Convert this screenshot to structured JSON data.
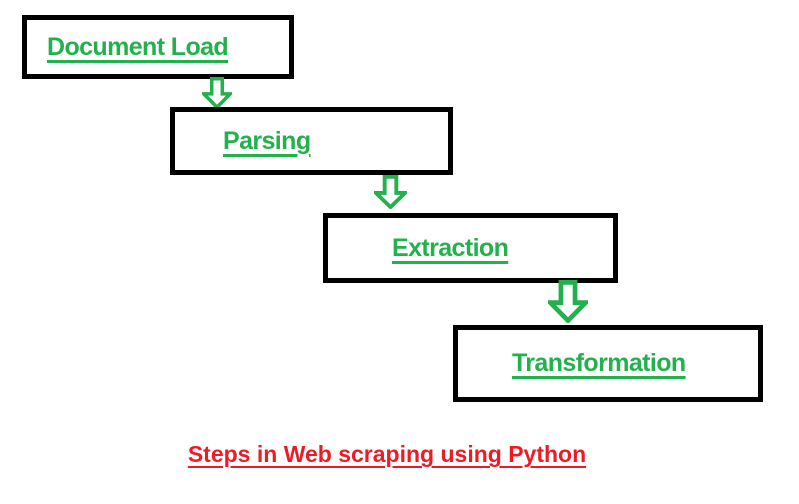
{
  "diagram": {
    "title": "Steps in Web scraping using Python",
    "caption": "Steps in Web scraping using Python",
    "steps": [
      {
        "label": "Document Load"
      },
      {
        "label": "Parsing"
      },
      {
        "label": "Extraction"
      },
      {
        "label": "Transformation"
      }
    ],
    "connectors": [
      {
        "icon": "down-block-arrow",
        "from": "Document Load",
        "to": "Parsing"
      },
      {
        "icon": "down-block-arrow",
        "from": "Parsing",
        "to": "Extraction"
      },
      {
        "icon": "down-block-arrow",
        "from": "Extraction",
        "to": "Transformation"
      }
    ],
    "colors": {
      "step_text": "#22b14c",
      "arrow_outline": "#22b14c",
      "arrow_fill": "#ffffff",
      "box_border": "#000000",
      "caption_text": "#ed1c24",
      "background": "#ffffff"
    }
  }
}
